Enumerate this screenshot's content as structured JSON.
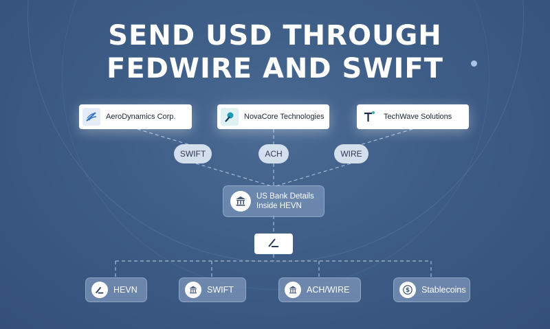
{
  "title": {
    "line1": "SEND USD THROUGH",
    "line2": "FEDWIRE AND SWIFT"
  },
  "companies": [
    {
      "name": "AeroDynamics Corp.",
      "icon": "aerodynamics-logo-icon"
    },
    {
      "name": "NovaCore Technologies",
      "icon": "novacore-logo-icon"
    },
    {
      "name": "TechWave Solutions",
      "icon": "techwave-logo-icon"
    }
  ],
  "rails": [
    "SWIFT",
    "ACH",
    "WIRE"
  ],
  "bank_details": {
    "line1": "US Bank Details",
    "line2": "Inside HEVN",
    "icon": "bank-icon"
  },
  "hub": {
    "icon": "hevn-logo-icon"
  },
  "destinations": [
    {
      "label": "HEVN",
      "icon": "hevn-logo-icon"
    },
    {
      "label": "SWIFT",
      "icon": "bank-icon"
    },
    {
      "label": "ACH/WIRE",
      "icon": "bank-icon"
    },
    {
      "label": "Stablecoins",
      "icon": "dollar-coin-icon"
    }
  ],
  "colors": {
    "background": "#3d5c86",
    "connector": "#b8cce6",
    "card": "#ffffff"
  }
}
